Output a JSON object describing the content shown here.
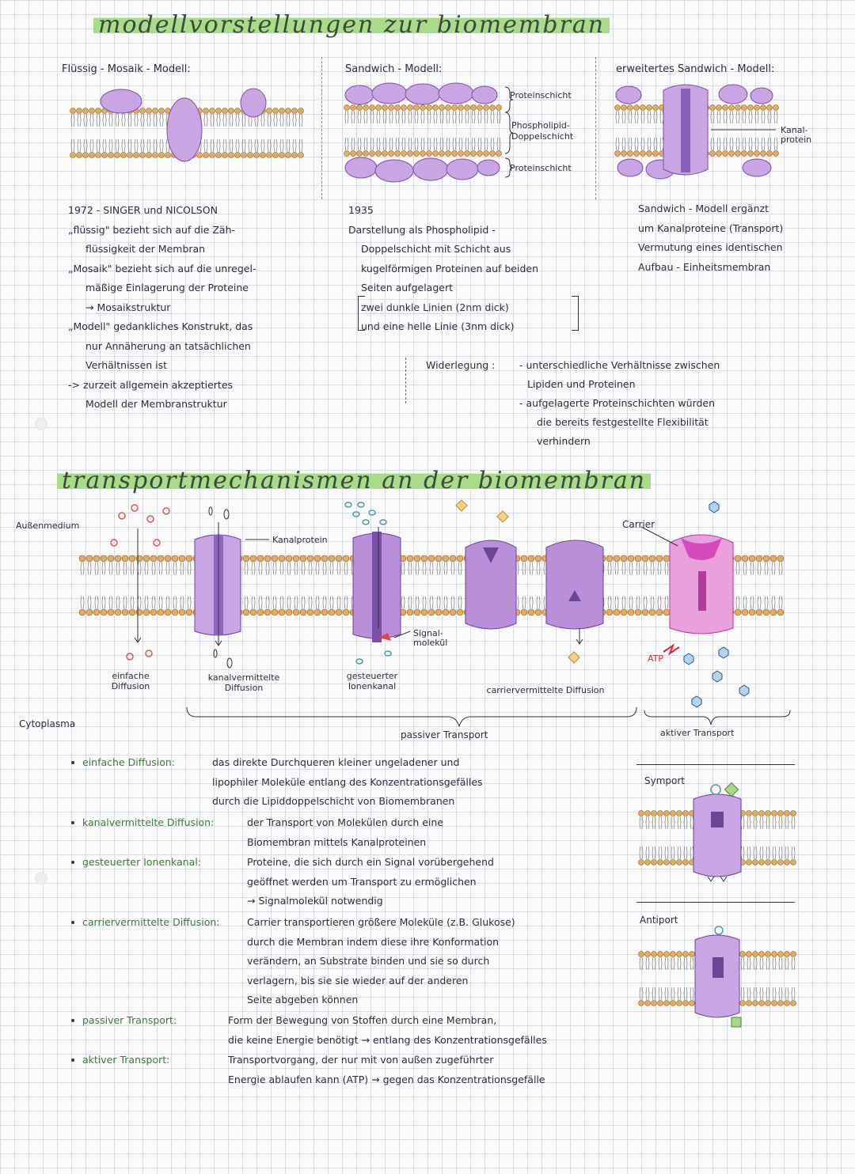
{
  "page": {
    "title1": "modellvorstellungen zur biomembran",
    "title2": "transportmechanismen an der biomembran"
  },
  "models": {
    "fluid": {
      "title": "Flüssig - Mosaik - Modell:",
      "lines": [
        "1972 - SINGER und NICOLSON",
        "„flüssig\" bezieht sich auf die Zäh-",
        "flüssigkeit der Membran",
        "„Mosaik\" bezieht sich auf die unregel-",
        "mäßige Einlagerung der Proteine",
        "→ Mosaikstruktur",
        "„Modell\" gedankliches Konstrukt, das",
        "nur Annäherung an tatsächlichen",
        "Verhältnissen ist",
        "-> zurzeit allgemein akzeptiertes",
        "Modell der Membranstruktur"
      ]
    },
    "sandwich": {
      "title": "Sandwich - Modell:",
      "labels": [
        "Proteinschicht",
        "Phospholipid-",
        "Doppelschicht",
        "Proteinschicht"
      ],
      "lines": [
        "1935",
        "Darstellung als Phospholipid -",
        "Doppelschicht mit Schicht aus",
        "kugelförmigen Proteinen auf beiden",
        "Seiten aufgelagert",
        "zwei dunkle Linien (2nm dick)",
        "und eine helle Linie (3nm dick)"
      ],
      "refutation_label": "Widerlegung :",
      "refutation": [
        "- unterschiedliche Verhältnisse zwischen",
        "Lipiden und Proteinen",
        "- aufgelagerte Proteinschichten würden",
        "die bereits festgestellte Flexibilität",
        "verhindern"
      ]
    },
    "extended": {
      "title": "erweitertes Sandwich - Modell:",
      "label": [
        "Kanal-",
        "protein"
      ],
      "lines": [
        "Sandwich - Modell ergänzt",
        "um Kanalproteine (Transport)",
        "Vermutung eines identischen",
        "Aufbau - Einheitsmembran"
      ]
    }
  },
  "transport": {
    "outside": "Außenmedium",
    "inside": "Cytoplasma",
    "channel_label": "Kanalprotein",
    "carrier_label": "Carrier",
    "signal_label": [
      "Signal-",
      "molekül"
    ],
    "atp_label": "ATP",
    "types": [
      [
        "einfache",
        "Diffusion"
      ],
      [
        "kanalvermittelte",
        "Diffusion"
      ],
      [
        "gesteuerter",
        "Ionenkanal"
      ],
      [
        "carriervermittelte Diffusion"
      ]
    ],
    "passive": "passiver Transport",
    "active": "aktiver Transport",
    "symport": "Symport",
    "antiport": "Antiport"
  },
  "definitions": [
    {
      "term": "einfache Diffusion:",
      "lines": [
        "das direkte Durchqueren kleiner ungeladener und",
        "lipophiler Moleküle entlang des Konzentrationsgefälles",
        "durch die Lipiddoppelschicht von Biomembranen"
      ]
    },
    {
      "term": "kanalvermittelte Diffusion:",
      "lines": [
        "der Transport von Molekülen durch eine",
        "Biomembran mittels Kanalproteinen"
      ]
    },
    {
      "term": "gesteuerter Ionenkanal:",
      "lines": [
        "Proteine, die sich durch ein Signal vorübergehend",
        "geöffnet werden um Transport zu ermöglichen",
        "→ Signalmolekül notwendig"
      ]
    },
    {
      "term": "carriervermittelte Diffusion:",
      "lines": [
        "Carrier transportieren größere Moleküle (z.B. Glukose)",
        "durch die Membran indem diese ihre Konformation",
        "verändern, an Substrate binden und sie so durch",
        "verlagern, bis sie sie wieder auf der anderen",
        "Seite abgeben können"
      ]
    },
    {
      "term": "passiver Transport:",
      "lines": [
        "Form der Bewegung von Stoffen durch eine Membran,",
        "die keine Energie benötigt → entlang des Konzentrationsgefälles"
      ]
    },
    {
      "term": "aktiver Transport:",
      "lines": [
        "Transportvorgang, der nur mit von außen zugeführter",
        "Energie ablaufen kann (ATP) → gegen das Konzentrationsgefälle"
      ]
    }
  ],
  "colors": {
    "protein": "#b98fd9",
    "protein_dark": "#7a4fa8",
    "carrier_active": "#e07acb",
    "lipid_head": "#e0ad63",
    "highlight": "#a9dc8a"
  }
}
